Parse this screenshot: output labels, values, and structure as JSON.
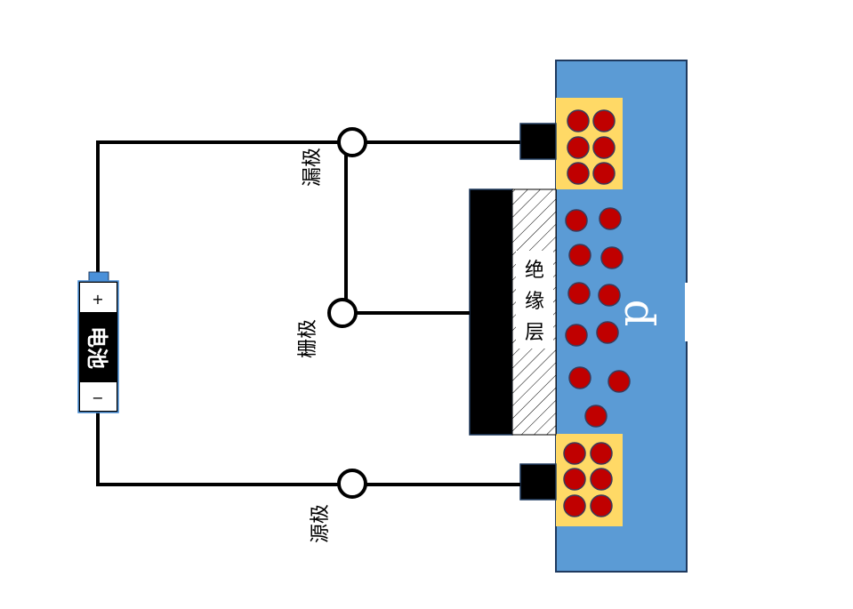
{
  "labels": {
    "drain": "漏极",
    "gate": "栅极",
    "source": "源极",
    "insulator_lines": [
      "绝",
      "缘",
      "层"
    ],
    "substrate": "p",
    "battery": "电池",
    "battery_plus": "+",
    "battery_minus": "−"
  },
  "colors": {
    "substrate": "#5b9bd5",
    "substrate_border": "#1f3a5f",
    "n_region": "#ffd966",
    "carrier": "#c00000",
    "carrier_border": "#3a3a5a",
    "metal": "#000000",
    "wire": "#000000",
    "battery_body": "#000000",
    "battery_cap": "#4a90d9"
  }
}
